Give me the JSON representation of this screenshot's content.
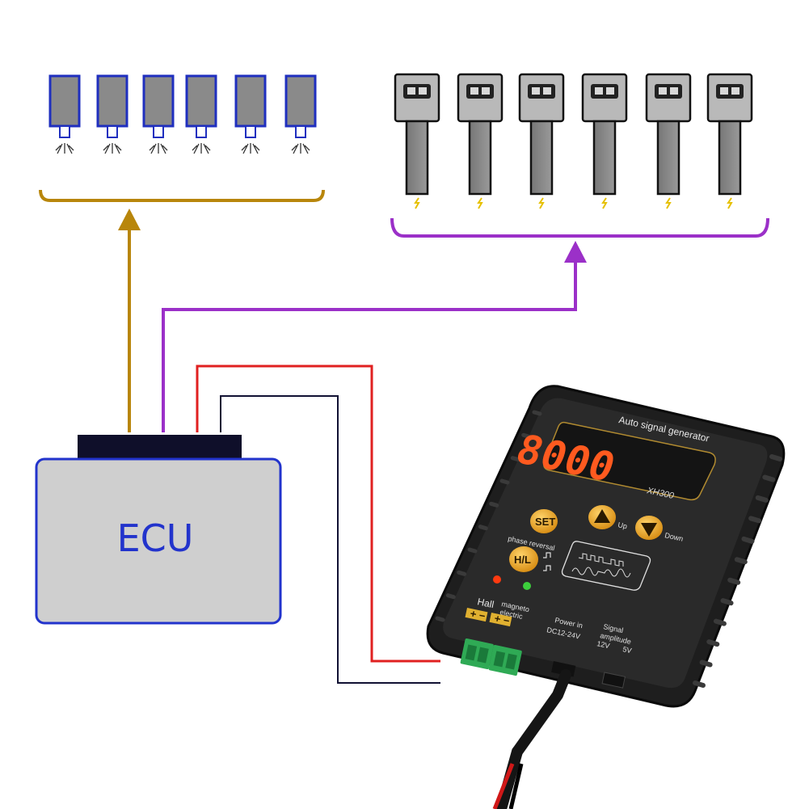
{
  "ecu": {
    "label": "ECU"
  },
  "device": {
    "title": "Auto signal generator",
    "display": "8000",
    "model": "XH300",
    "set_label": "SET",
    "up_label": "Up",
    "down_label": "Down",
    "hl_label": "H/L",
    "phase_label": "phase reversal",
    "hall_label": "Hall",
    "magneto_label_1": "magneto",
    "magneto_label_2": "electric",
    "power_label": "Power in",
    "power_value": "DC12-24V",
    "signal_label_1": "Signal",
    "signal_label_2": "amplitude",
    "signal_12v": "12V",
    "signal_5v": "5V"
  },
  "colors": {
    "injector_bracket": "#b8860b",
    "coil_bracket": "#9b30c8",
    "power_wire": "#e02020",
    "ground_wire": "#111133",
    "ecu_fill": "#cfcfcf",
    "ecu_border": "#2233cc",
    "display_digits": "#ff5a1f"
  }
}
